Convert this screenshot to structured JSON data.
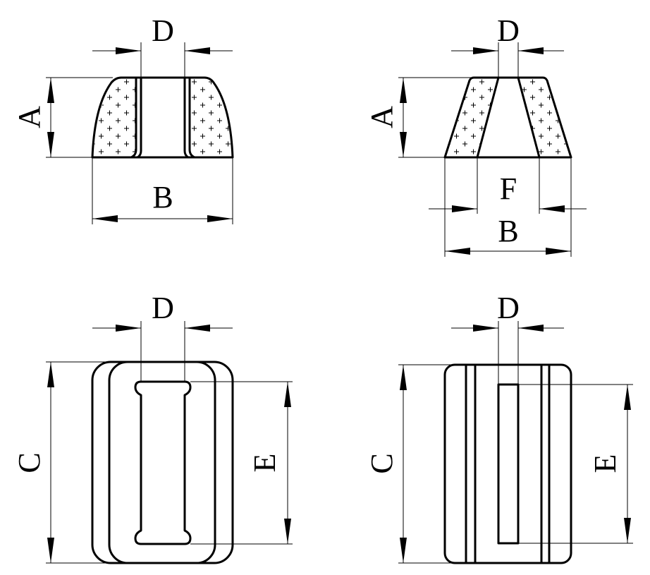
{
  "labels": {
    "A": "A",
    "B": "B",
    "C": "C",
    "D": "D",
    "E": "E",
    "F": "F"
  },
  "colors": {
    "line": "#000000",
    "background": "#ffffff"
  }
}
